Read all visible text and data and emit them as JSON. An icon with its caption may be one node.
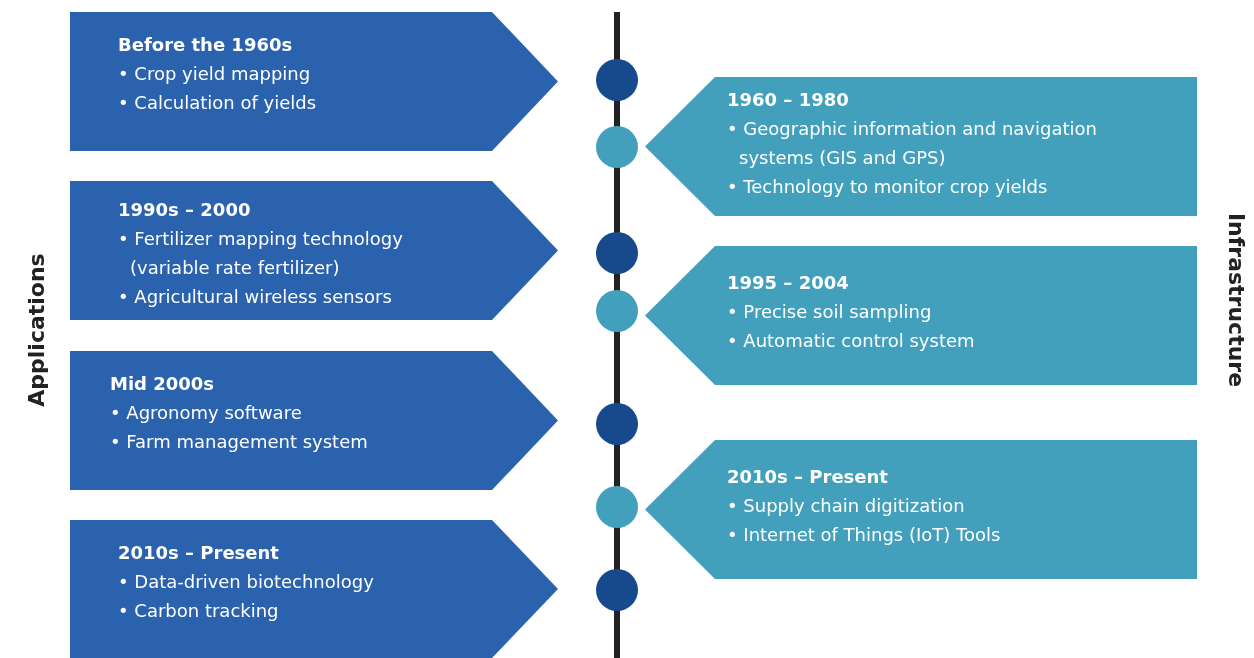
{
  "diagram": {
    "nodes": [
      {
        "text": [
          "Before the 1960s",
          "• Crop yield mapping",
          "• Calculation of yields"
        ]
      },
      {
        "text": [
          "1960 – 1980",
          "• Geographic information and navigation systems (GIS and GPS)",
          "• Technology to monitor crop yields"
        ]
      },
      {
        "text": [
          "1990s – 2000",
          "• Fertilizer mapping technology (variable rate fertilizer)",
          "• Agricultural wireless sensors"
        ]
      },
      {
        "text": [
          "1995 – 2004",
          "• Precise soil sampling",
          "• Automatic control system"
        ]
      },
      {
        "text": [
          "Mid 2000s",
          "• Agronomy software",
          "• Farm management system"
        ]
      },
      {
        "text": [
          "2010s  – Present",
          "• Supply chain digitization",
          "• Internet of Things (IoT) Tools"
        ]
      },
      {
        "text": [
          "2010s – Present",
          "• Data-driven biotechnology",
          "• Carbon tracking"
        ]
      },
      {
        "text": [],
        "shape": "circle"
      },
      {
        "text": [],
        "shape": "circle"
      },
      {
        "text": [],
        "shape": "circle"
      },
      {
        "text": [],
        "shape": "circle"
      },
      {
        "text": [],
        "shape": "circle"
      },
      {
        "text": [],
        "shape": "circle"
      },
      {
        "text": [],
        "shape": "circle"
      }
    ],
    "edges": [],
    "labels": [
      "Applications",
      "Infrastructure"
    ]
  }
}
